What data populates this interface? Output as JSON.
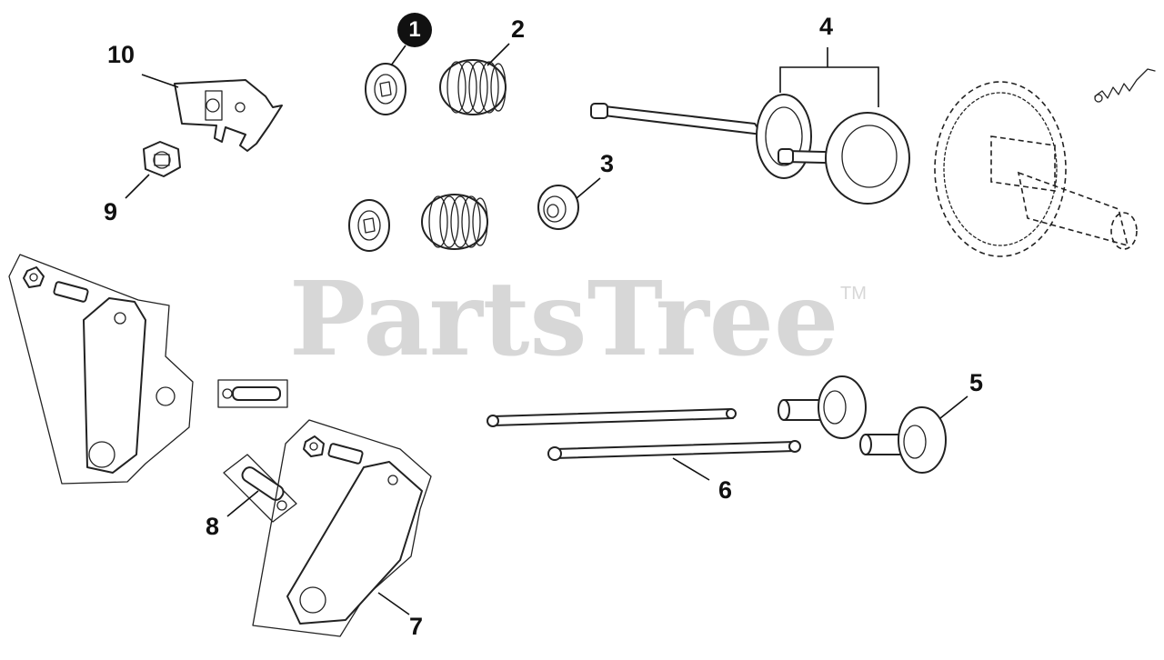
{
  "watermark": {
    "brand": "PartsTree",
    "trademark": "TM"
  },
  "callouts": {
    "c1": "1",
    "c2": "2",
    "c3": "3",
    "c4": "4",
    "c5": "5",
    "c6": "6",
    "c7": "7",
    "c8": "8",
    "c9": "9",
    "c10": "10"
  },
  "colors": {
    "line": "#222222",
    "watermark": "#d7d7d7",
    "background": "#ffffff"
  }
}
